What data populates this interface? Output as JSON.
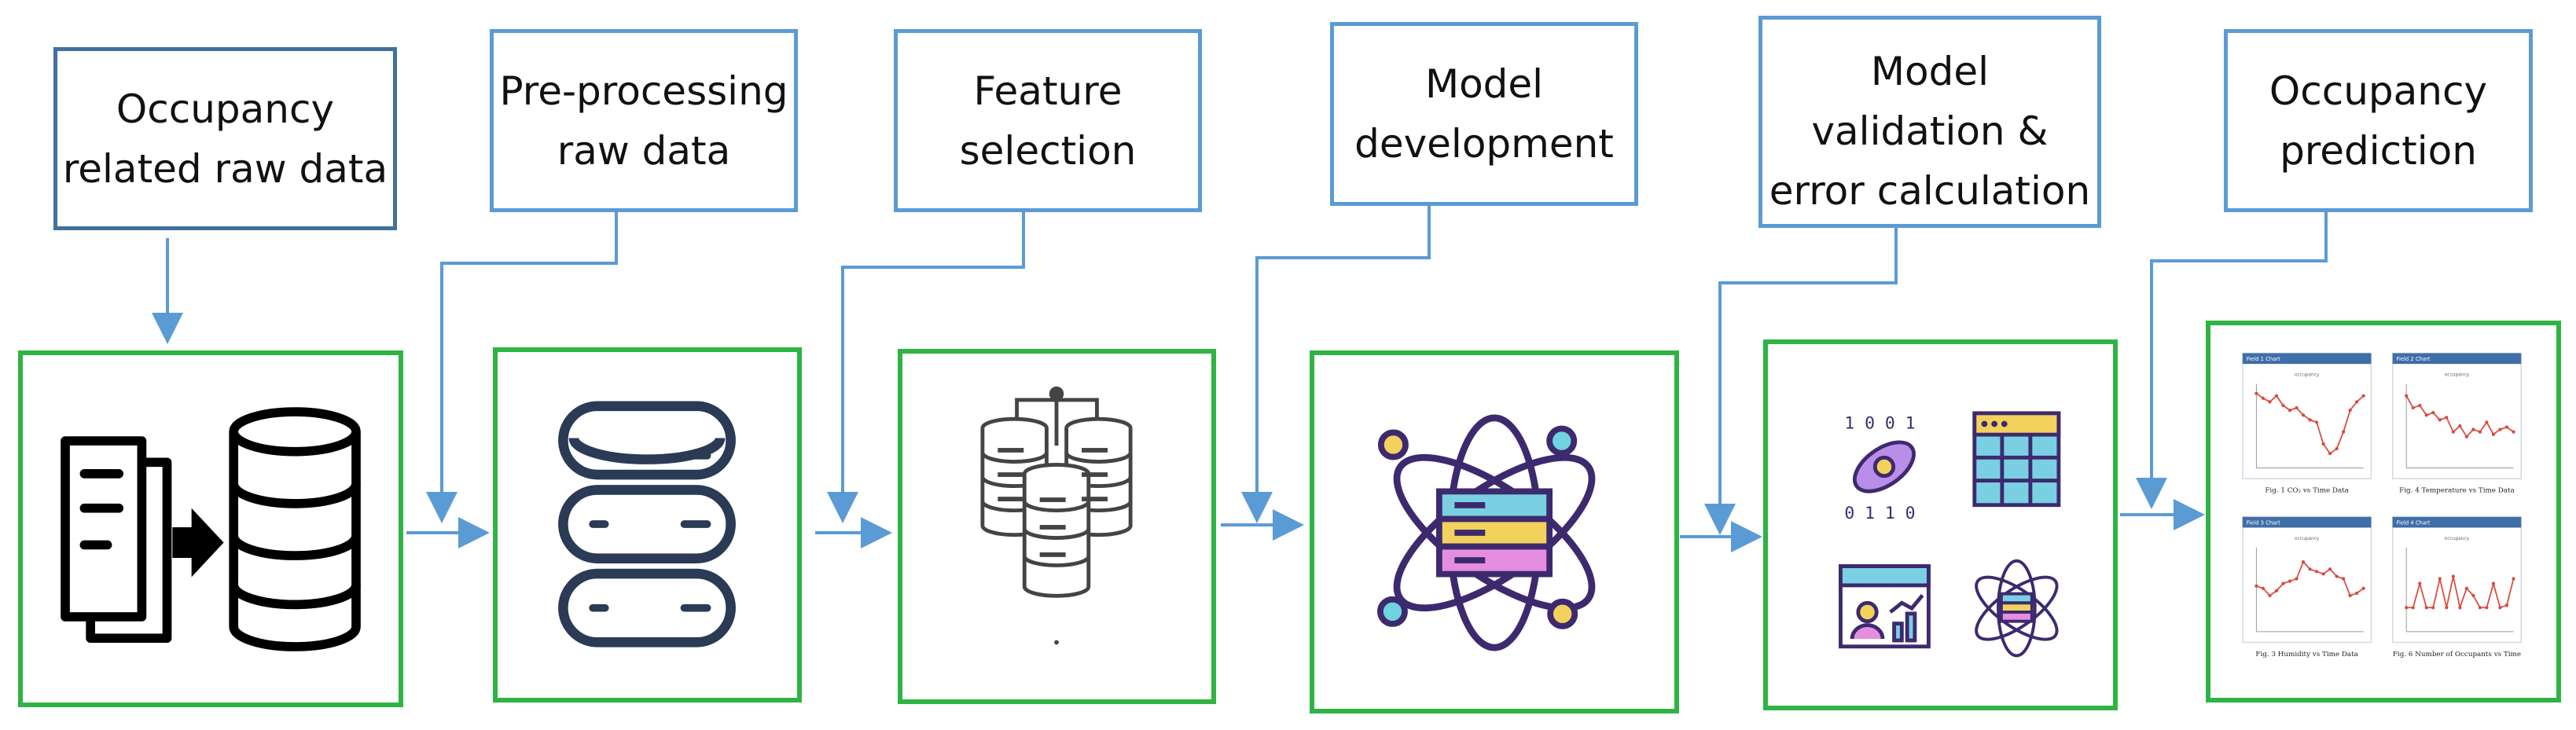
{
  "steps": [
    {
      "label": "Occupancy\nrelated raw data"
    },
    {
      "label": "Pre-processing\nraw data"
    },
    {
      "label": "Feature\nselection"
    },
    {
      "label": "Model\ndevelopment"
    },
    {
      "label": "Model\nvalidation &\nerror calculation"
    },
    {
      "label": "Occupancy\nprediction"
    }
  ],
  "icons": [
    "document-to-database-icon",
    "database-icon",
    "database-cluster-icon",
    "atom-server-icon",
    "validation-icons",
    "prediction-charts"
  ],
  "colors": {
    "label_border": "#5b9bd5",
    "first_label_border": "#41719c",
    "stage_border": "#2fb344",
    "arrow": "#5b9bd5",
    "icon_navy": "#2b3a55",
    "icon_purple": "#3d2a6e",
    "chart_line": "#d94b3f"
  },
  "mini_charts": [
    {
      "title": "Field 1 Chart",
      "subtitle": "occupancy",
      "caption": "Fig. 1 CO₂ vs Time Data",
      "values": [
        62,
        58,
        55,
        60,
        52,
        48,
        50,
        44,
        40,
        38,
        20,
        12,
        16,
        30,
        48,
        55,
        60
      ]
    },
    {
      "title": "Field 2 Chart",
      "subtitle": "occupancy",
      "caption": "Fig. 4 Temperature vs Time Data",
      "values": [
        60,
        50,
        52,
        44,
        46,
        40,
        42,
        30,
        35,
        26,
        32,
        30,
        38,
        28,
        32,
        34,
        30
      ]
    },
    {
      "title": "Field 3 Chart",
      "subtitle": "occupancy",
      "caption": "Fig. 3 Humidity vs Time Data",
      "values": [
        38,
        36,
        30,
        34,
        40,
        42,
        44,
        58,
        52,
        50,
        48,
        52,
        46,
        44,
        30,
        32,
        36
      ]
    },
    {
      "title": "Field 4 Chart",
      "subtitle": "occupancy",
      "caption": "Fig. 6 Number of Occupants vs Time",
      "values": [
        20,
        20,
        40,
        20,
        20,
        44,
        20,
        46,
        20,
        36,
        30,
        20,
        20,
        40,
        20,
        22,
        44
      ]
    }
  ]
}
